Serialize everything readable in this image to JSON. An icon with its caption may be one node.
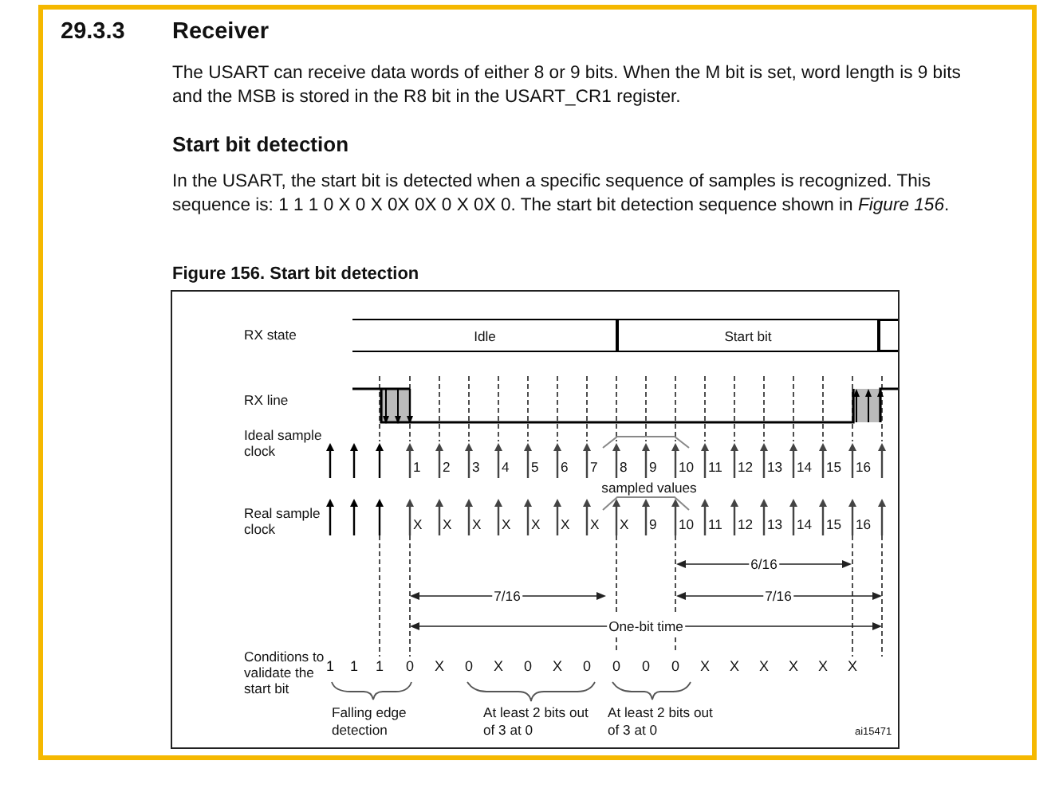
{
  "diagram": {
    "title": "Receiver",
    "caption": "Figure 156. Start bit detection",
    "nodes": [
      {
        "text": [
          "Idle"
        ]
      },
      {
        "text": [
          "Start bit"
        ]
      }
    ],
    "labels": [
      "29.3.3",
      "The USART can receive data words of either 8 or 9 bits. When the M bit is set, word length is 9 bits and the MSB is stored in the R8 bit in the USART_CR1 register.",
      "Start bit detection",
      "In the USART, the start bit is detected when a specific sequence of samples is recognized. This sequence is: 1 1 1 0 X 0 X 0X 0X 0 X 0X 0. The start bit detection sequence shown in *Figure 156*.",
      "RX state",
      "RX line",
      "Ideal sample clock",
      "1",
      "2",
      "3",
      "4",
      "5",
      "6",
      "7",
      "8",
      "9",
      "10",
      "11",
      "12",
      "13",
      "14",
      "15",
      "16",
      "sampled values",
      "Real sample clock",
      "X",
      "X",
      "X",
      "X",
      "X",
      "X",
      "X",
      "X",
      "9",
      "10",
      "11",
      "12",
      "13",
      "14",
      "15",
      "16",
      "6/16",
      "7/16",
      "7/16",
      "One-bit time",
      "Conditions to validate the start bit",
      "1",
      "1",
      "1",
      "0",
      "X",
      "0",
      "X",
      "0",
      "X",
      "0",
      "0",
      "0",
      "0",
      "X",
      "X",
      "X",
      "X",
      "X",
      "X",
      "Falling edge detection",
      "At least 2 bits out of 3 at 0",
      "At least 2 bits out of 3 at 0",
      "ai15471"
    ]
  }
}
